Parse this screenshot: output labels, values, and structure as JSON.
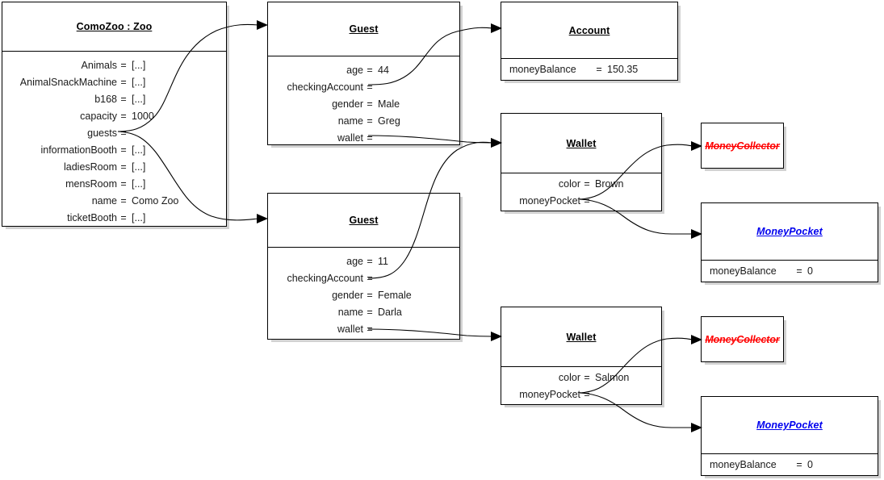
{
  "diagram": {
    "kind": "uml-object-diagram",
    "background": "#ffffff",
    "line_color": "#000000",
    "interface_red": "#ff0000",
    "interface_blue": "#0000ee"
  },
  "nodes": {
    "zoo": {
      "title": "ComoZoo : Zoo",
      "attrs": [
        {
          "name": "Animals",
          "eq": "=",
          "value": "[...]"
        },
        {
          "name": "AnimalSnackMachine",
          "eq": "=",
          "value": "[...]"
        },
        {
          "name": "b168",
          "eq": "=",
          "value": "[...]"
        },
        {
          "name": "capacity",
          "eq": "=",
          "value": "1000"
        },
        {
          "name": "guests",
          "eq": "=",
          "value": ""
        },
        {
          "name": "informationBooth",
          "eq": "=",
          "value": "[...]"
        },
        {
          "name": "ladiesRoom",
          "eq": "=",
          "value": "[...]"
        },
        {
          "name": "mensRoom",
          "eq": "=",
          "value": "[...]"
        },
        {
          "name": "name",
          "eq": "=",
          "value": "Como Zoo"
        },
        {
          "name": "ticketBooth",
          "eq": "=",
          "value": "[...]"
        }
      ]
    },
    "guest1": {
      "title": "Guest",
      "attrs": [
        {
          "name": "age",
          "eq": "=",
          "value": "44"
        },
        {
          "name": "checkingAccount",
          "eq": "=",
          "value": ""
        },
        {
          "name": "gender",
          "eq": "=",
          "value": "Male"
        },
        {
          "name": "name",
          "eq": "=",
          "value": "Greg"
        },
        {
          "name": "wallet",
          "eq": "=",
          "value": ""
        }
      ]
    },
    "guest2": {
      "title": "Guest",
      "attrs": [
        {
          "name": "age",
          "eq": "=",
          "value": "11"
        },
        {
          "name": "checkingAccount",
          "eq": "=",
          "value": ""
        },
        {
          "name": "gender",
          "eq": "=",
          "value": "Female"
        },
        {
          "name": "name",
          "eq": "=",
          "value": "Darla"
        },
        {
          "name": "wallet",
          "eq": "=",
          "value": ""
        }
      ]
    },
    "account": {
      "title": "Account",
      "attrs": [
        {
          "name": "moneyBalance",
          "eq": "=",
          "value": "150.35"
        }
      ]
    },
    "wallet1": {
      "title": "Wallet",
      "attrs": [
        {
          "name": "color",
          "eq": "=",
          "value": "Brown"
        },
        {
          "name": "moneyPocket",
          "eq": "=",
          "value": ""
        }
      ]
    },
    "wallet2": {
      "title": "Wallet",
      "attrs": [
        {
          "name": "color",
          "eq": "=",
          "value": "Salmon"
        },
        {
          "name": "moneyPocket",
          "eq": "=",
          "value": ""
        }
      ]
    },
    "collector1": {
      "title": "MoneyCollector",
      "attrs": []
    },
    "collector2": {
      "title": "MoneyCollector",
      "attrs": []
    },
    "pocket1": {
      "title": "MoneyPocket",
      "attrs": [
        {
          "name": "moneyBalance",
          "eq": "=",
          "value": "0"
        }
      ]
    },
    "pocket2": {
      "title": "MoneyPocket",
      "attrs": [
        {
          "name": "moneyBalance",
          "eq": "=",
          "value": "0"
        }
      ]
    }
  },
  "links": [
    {
      "from": "zoo.guests",
      "to": "guest1"
    },
    {
      "from": "zoo.guests",
      "to": "guest2"
    },
    {
      "from": "guest1.checkingAccount",
      "to": "account"
    },
    {
      "from": "guest1.wallet",
      "to": "wallet1"
    },
    {
      "from": "guest2.checkingAccount",
      "to": "wallet1"
    },
    {
      "from": "guest2.wallet",
      "to": "wallet2"
    },
    {
      "from": "wallet1.moneyPocket",
      "to": "collector1"
    },
    {
      "from": "wallet1.moneyPocket",
      "to": "pocket1"
    },
    {
      "from": "wallet2.moneyPocket",
      "to": "collector2"
    },
    {
      "from": "wallet2.moneyPocket",
      "to": "pocket2"
    }
  ]
}
